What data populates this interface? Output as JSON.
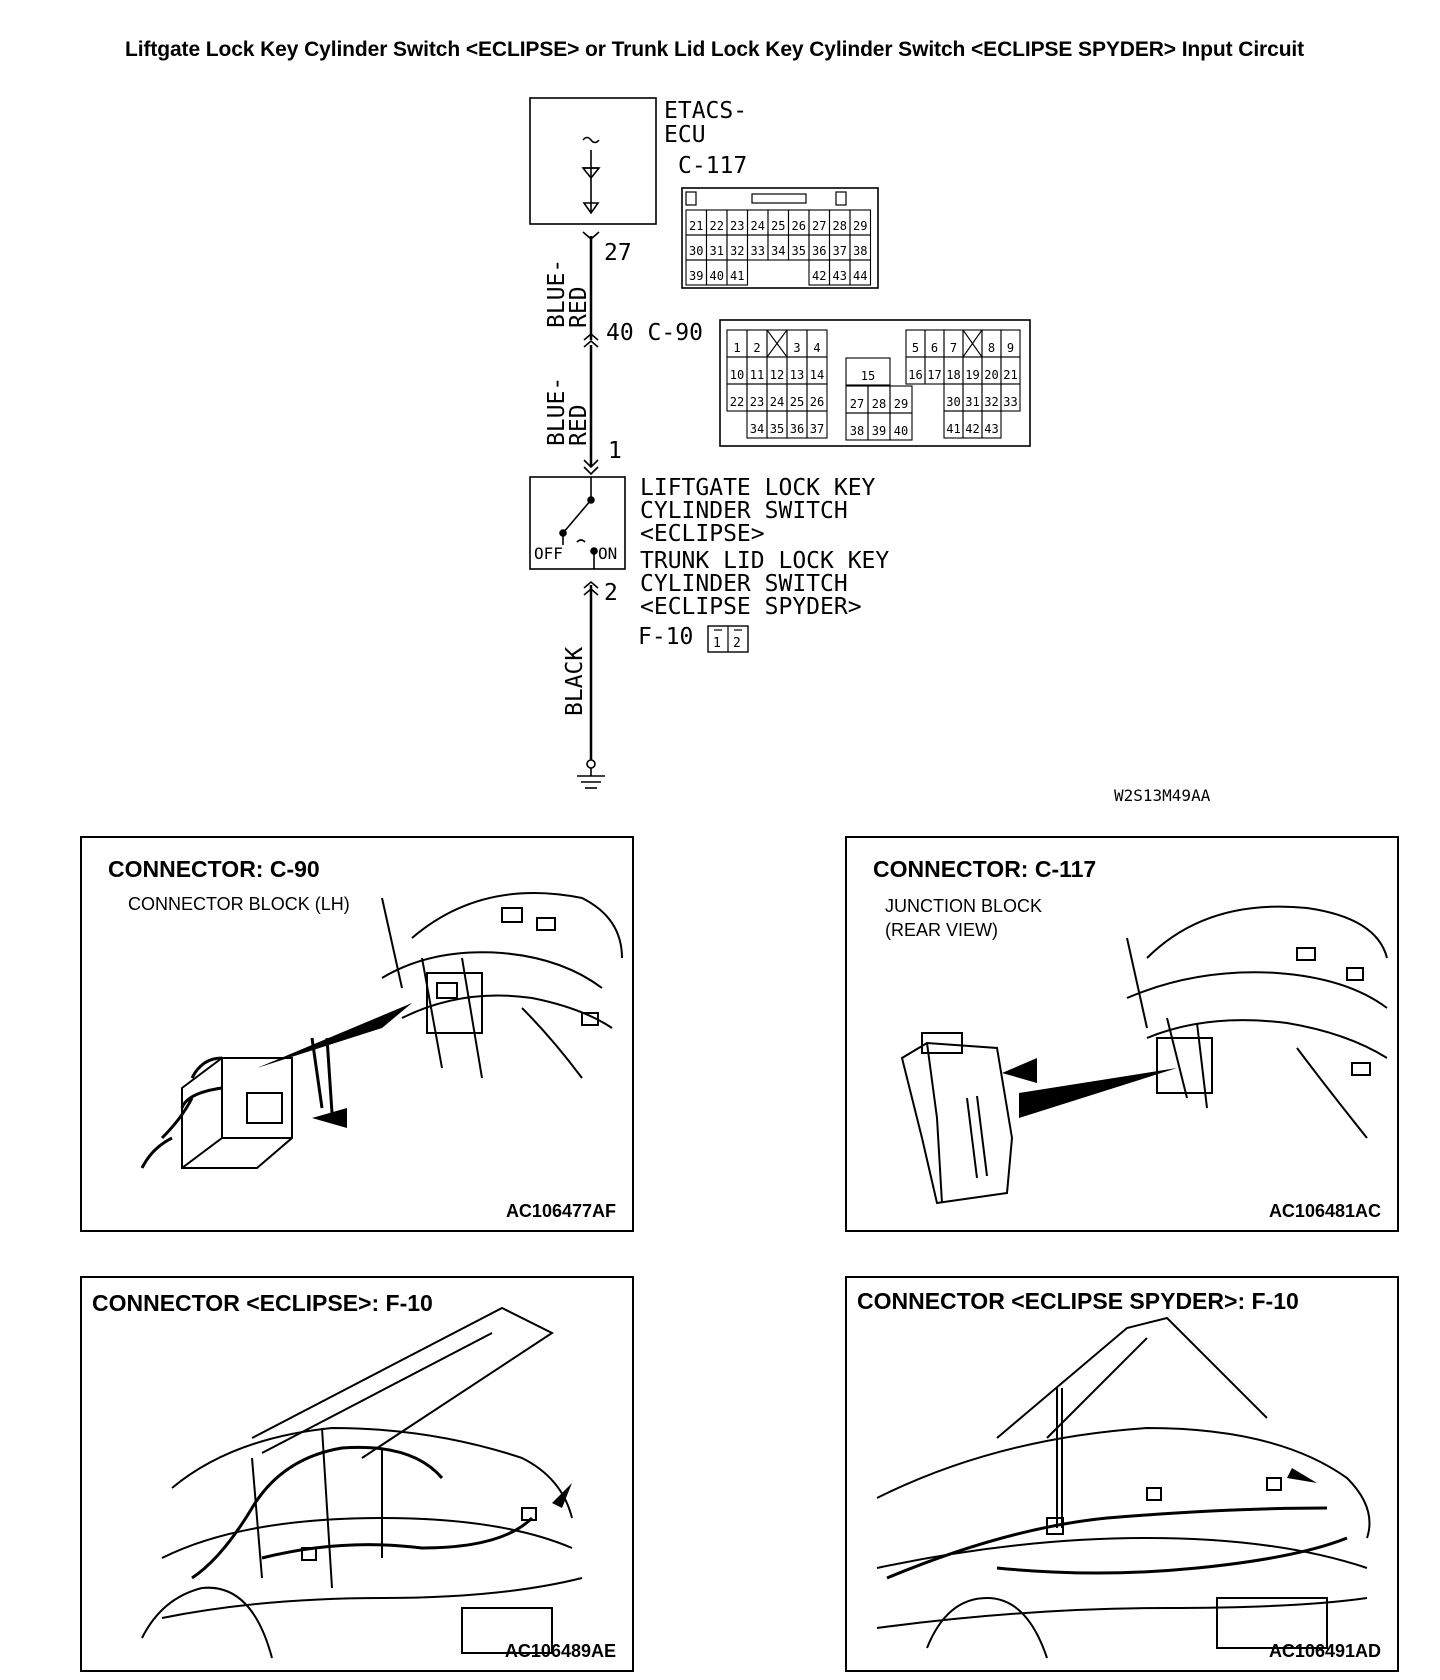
{
  "title": "Liftgate Lock Key Cylinder Switch <ECLIPSE> or Trunk Lid Lock Key Cylinder Switch <ECLIPSE SPYDER> Input Circuit",
  "schematic": {
    "ecu_label_1": "ETACS-",
    "ecu_label_2": "ECU",
    "ecu_connector": "C-117",
    "pin_27": "27",
    "wire_1_line1": "BLUE-",
    "wire_1_line2": "RED",
    "c90_pin": "40 C-90",
    "wire_2_line1": "BLUE-",
    "wire_2_line2": "RED",
    "pin_1": "1",
    "switch_label": [
      "LIFTGATE LOCK KEY",
      "CYLINDER SWITCH",
      "<ECLIPSE>",
      "TRUNK LID LOCK KEY",
      "CYLINDER SWITCH",
      "<ECLIPSE SPYDER>"
    ],
    "switch_off": "OFF",
    "switch_on": "ON",
    "pin_2": "2",
    "f10_label": "F-10",
    "wire_3": "BLACK",
    "diagram_code": "W2S13M49AA",
    "c117_rows": [
      [
        "21",
        "22",
        "23",
        "24",
        "25",
        "26",
        "27",
        "28",
        "29"
      ],
      [
        "30",
        "31",
        "32",
        "33",
        "34",
        "35",
        "36",
        "37",
        "38"
      ],
      [
        "39",
        "40",
        "41",
        "",
        "",
        "",
        "42",
        "43",
        "44"
      ]
    ],
    "c90_left_rows": [
      [
        "1",
        "2",
        "X",
        "3",
        "4"
      ],
      [
        "10",
        "11",
        "12",
        "13",
        "14"
      ],
      [
        "22",
        "23",
        "24",
        "25",
        "26"
      ],
      [
        "",
        "34",
        "35",
        "36",
        "37"
      ]
    ],
    "c90_mid_rows": [
      [
        "15"
      ],
      [
        "27",
        "28",
        "29"
      ],
      [
        "38",
        "39",
        "40"
      ]
    ],
    "c90_right_rows": [
      [
        "5",
        "6",
        "7",
        "X",
        "8",
        "9"
      ],
      [
        "16",
        "17",
        "18",
        "19",
        "20",
        "21"
      ],
      [
        "",
        "",
        "30",
        "31",
        "32",
        "33"
      ],
      [
        "",
        "",
        "41",
        "42",
        "43",
        ""
      ]
    ],
    "f10_pins": [
      "1",
      "2"
    ]
  },
  "panels": {
    "c90": {
      "title": "CONNECTOR: C-90",
      "sub1": "CONNECTOR BLOCK (LH)",
      "code": "AC106477AF"
    },
    "c117": {
      "title": "CONNECTOR: C-117",
      "sub1": "JUNCTION BLOCK",
      "sub2": "(REAR VIEW)",
      "code": "AC106481AC"
    },
    "f10_eclipse": {
      "title": "CONNECTOR <ECLIPSE>: F-10",
      "code": "AC106489AE"
    },
    "f10_spyder": {
      "title": "CONNECTOR <ECLIPSE SPYDER>: F-10",
      "code": "AC106491AD"
    }
  }
}
